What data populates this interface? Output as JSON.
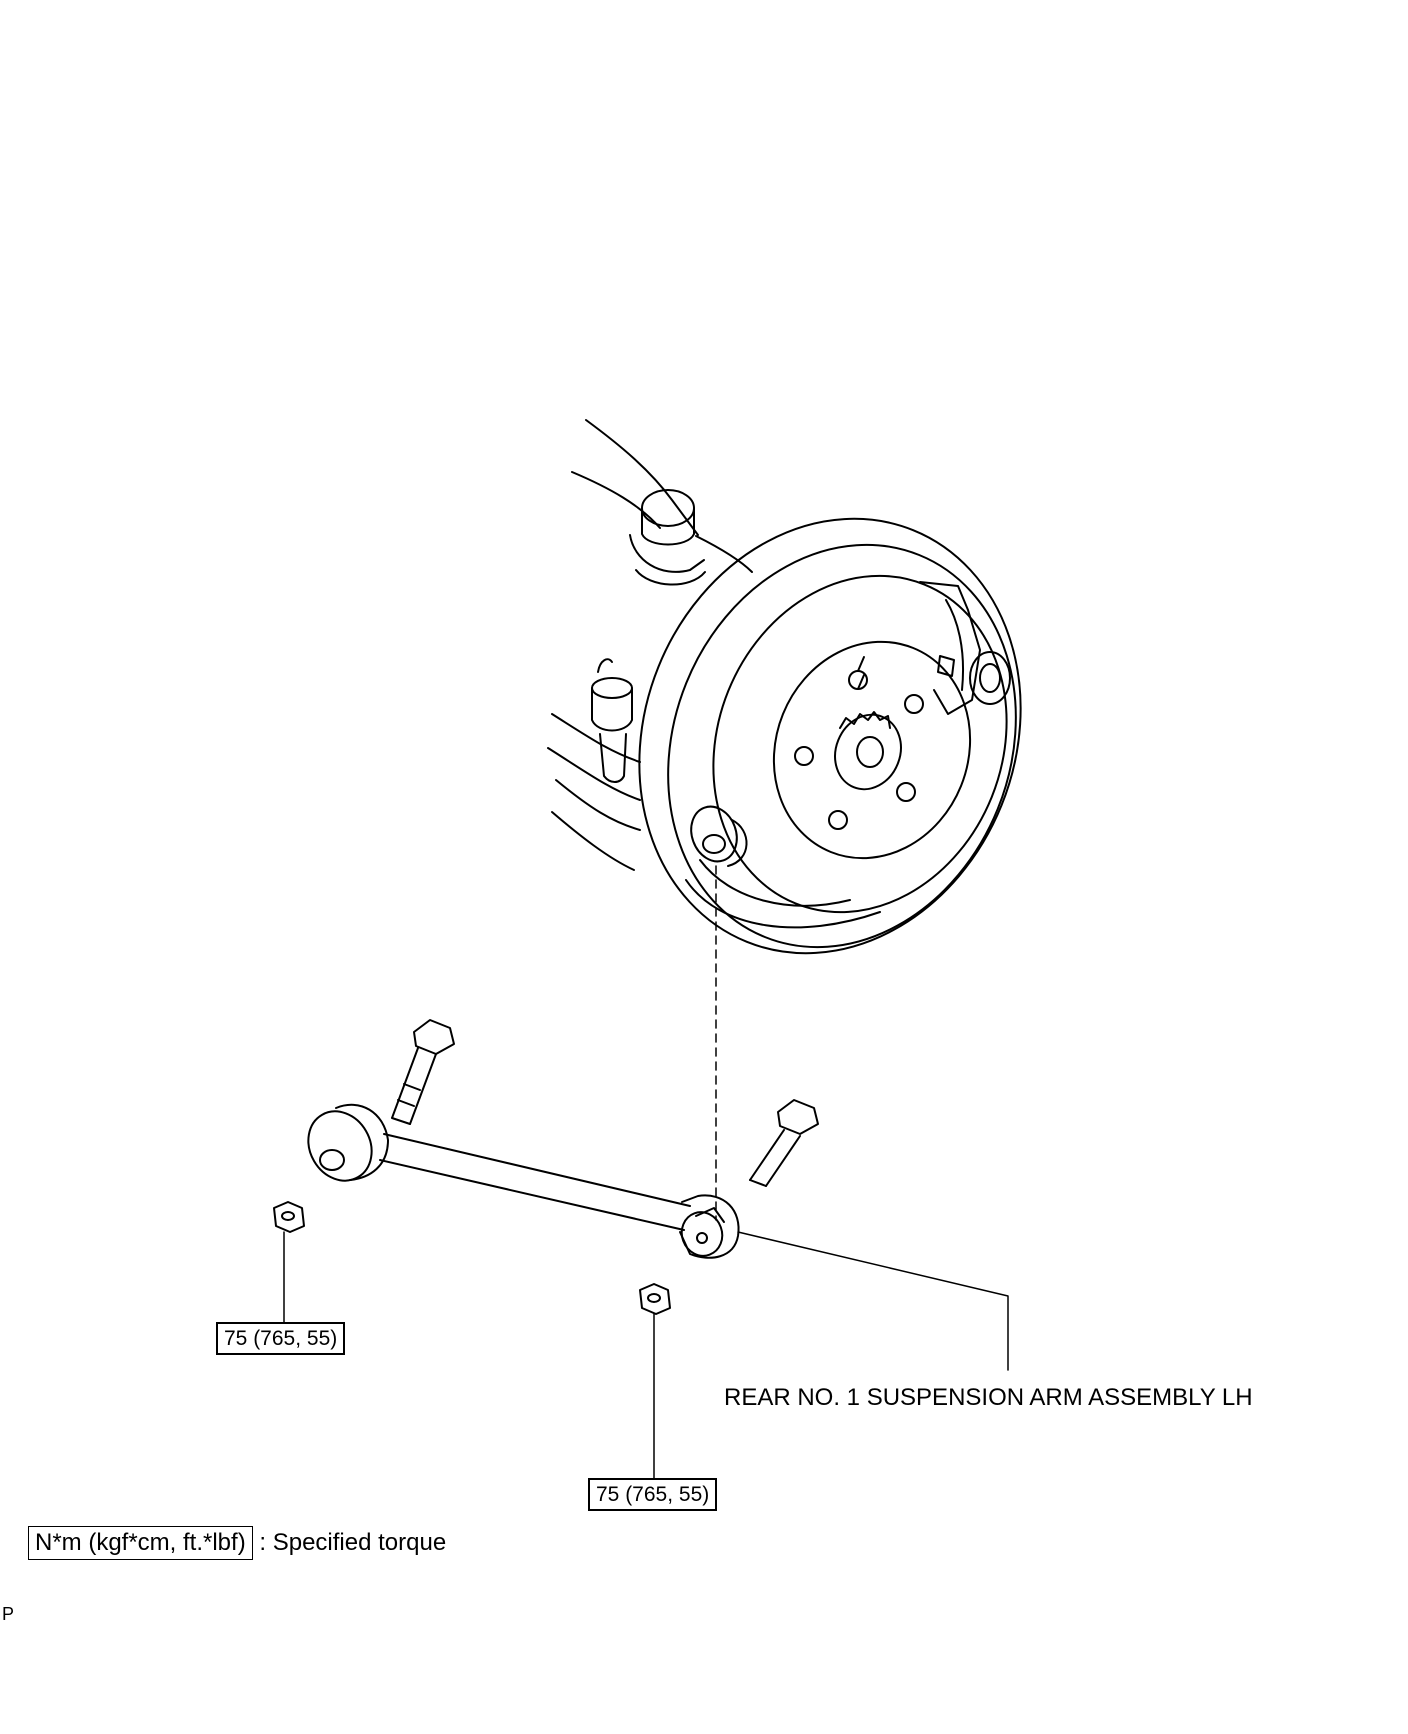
{
  "part_label": "REAR NO. 1 SUSPENSION ARM ASSEMBLY LH",
  "torques": [
    "75 (765, 55)",
    "75 (765, 55)"
  ],
  "legend": {
    "unit_box": "N*m (kgf*cm, ft.*lbf)",
    "text": ": Specified torque"
  },
  "corner_mark": "P"
}
